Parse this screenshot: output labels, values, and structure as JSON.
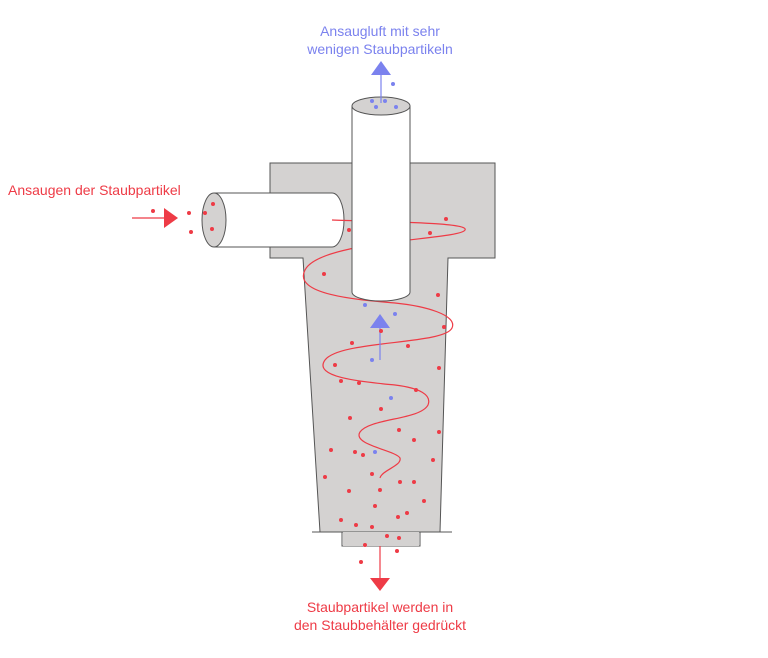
{
  "labels": {
    "outlet_text": "Ansaugluft mit sehr\nwenigen Staubpartikeln",
    "inlet_text": "Ansaugen der Staubpartikel",
    "dust_exit_text": "Staubpartikel werden in\nden Staubbehälter gedrückt"
  },
  "colors": {
    "blue": "#7b82ee",
    "red": "#ee3b46",
    "body_fill": "#d4d2d1",
    "outline": "#555555"
  }
}
